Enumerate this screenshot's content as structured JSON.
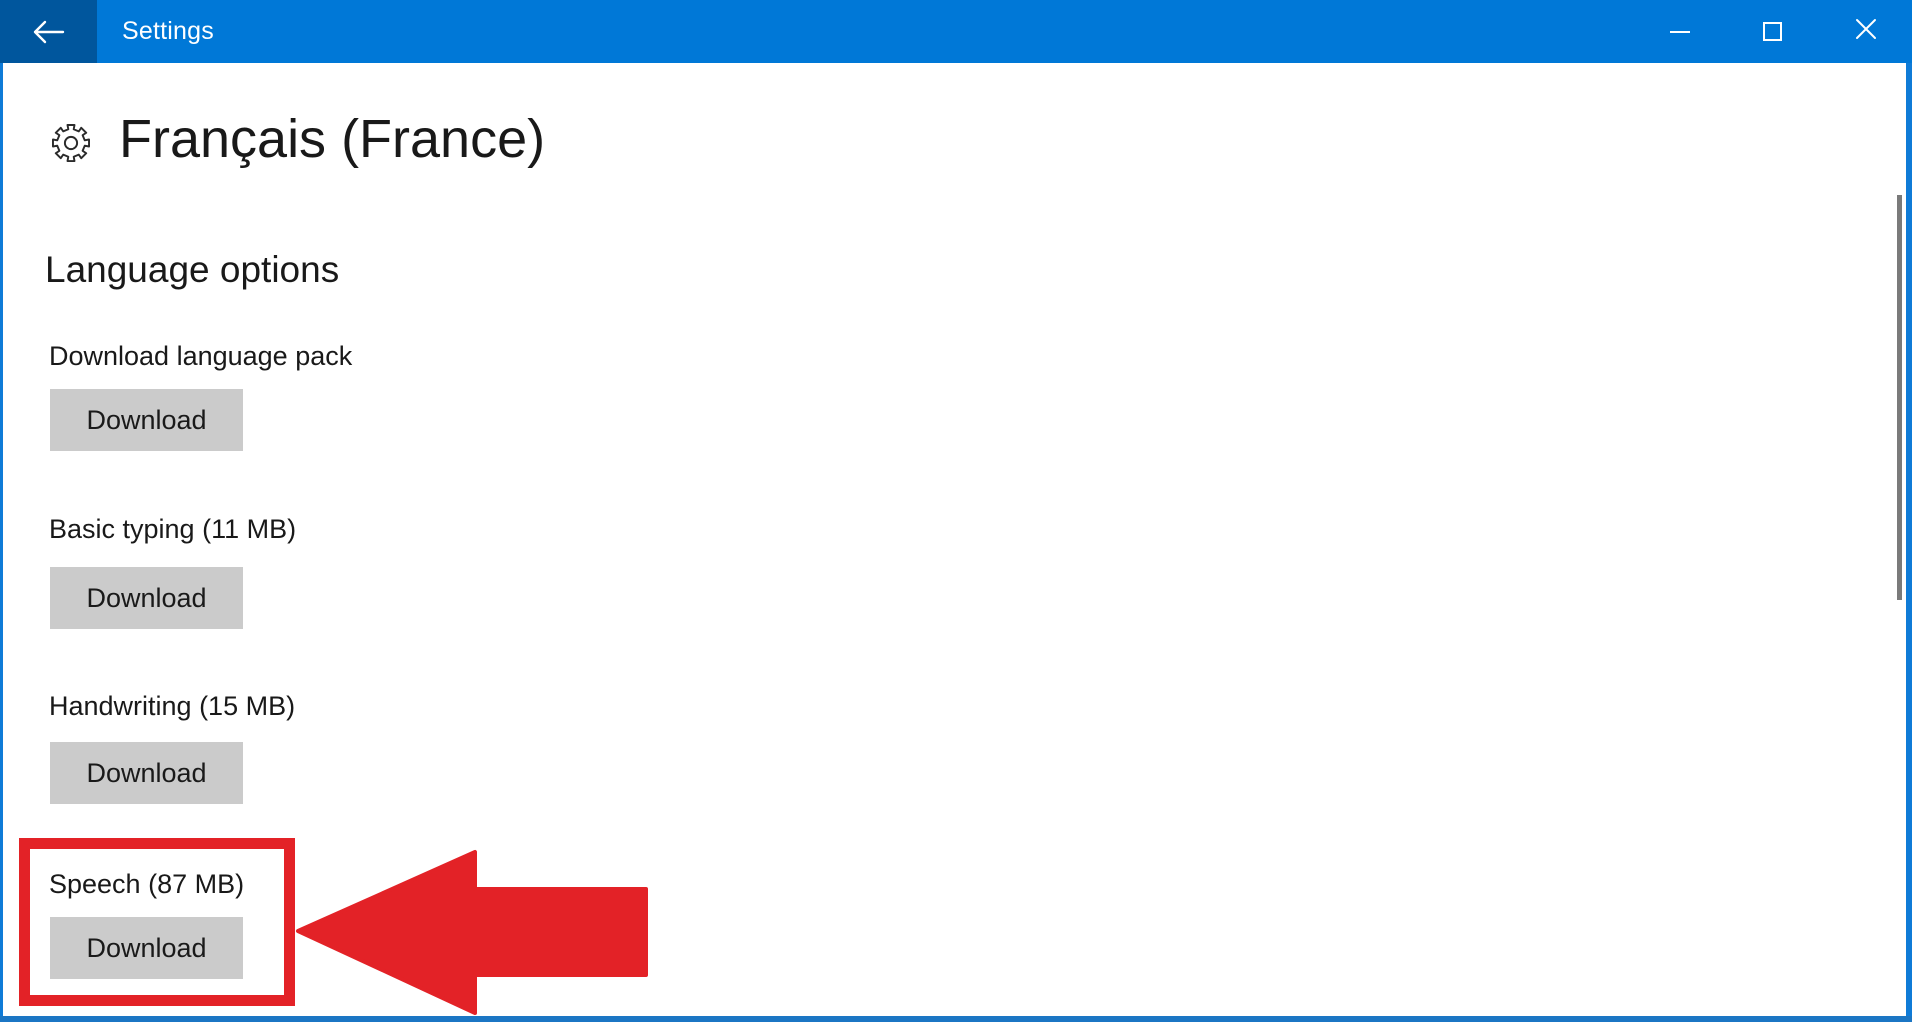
{
  "titlebar": {
    "title": "Settings",
    "icons": {
      "back": "left-arrow",
      "minimize": "horizontal-dash",
      "maximize": "square-outline",
      "close": "x-cross"
    }
  },
  "page": {
    "title": "Français (France)",
    "title_icon": "gear-outline",
    "section_heading": "Language options"
  },
  "options": [
    {
      "label": "Download language pack",
      "button": "Download"
    },
    {
      "label": "Basic typing (11 MB)",
      "button": "Download"
    },
    {
      "label": "Handwriting (15 MB)",
      "button": "Download"
    },
    {
      "label": "Speech (87 MB)",
      "button": "Download",
      "highlighted": true
    }
  ],
  "annotation": {
    "shape": "red-rectangle-and-left-pointing-arrow",
    "target": "Speech (87 MB) Download",
    "color": "#e32227"
  },
  "colors": {
    "titlebar": "#0078d7",
    "titlebar_back_button": "#00569d",
    "window_border": "#0f7bd7",
    "bottom_border": "#1b76c4",
    "button_background": "#cbcbcb",
    "annotation_red": "#e32227",
    "scrollbar_thumb": "#7a7a7a"
  }
}
